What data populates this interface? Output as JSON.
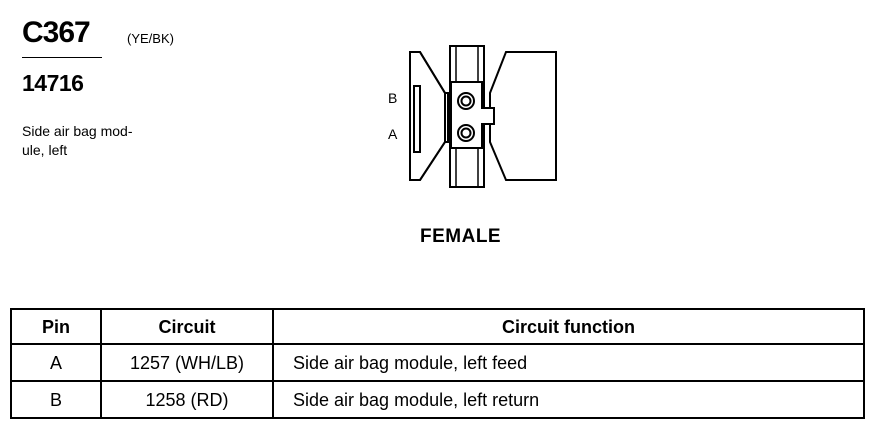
{
  "header": {
    "connector_id": "C367",
    "wire_color": "(YE/BK)",
    "part_number": "14716",
    "description": "Side air bag mod-\nule, left"
  },
  "diagram": {
    "pin_labels": [
      "B",
      "A"
    ],
    "gender": "FEMALE"
  },
  "table": {
    "headers": [
      "Pin",
      "Circuit",
      "Circuit function"
    ],
    "rows": [
      {
        "pin": "A",
        "circuit": "1257 (WH/LB)",
        "function": "Side air bag module, left feed"
      },
      {
        "pin": "B",
        "circuit": "1258 (RD)",
        "function": "Side air bag module, left return"
      }
    ]
  }
}
